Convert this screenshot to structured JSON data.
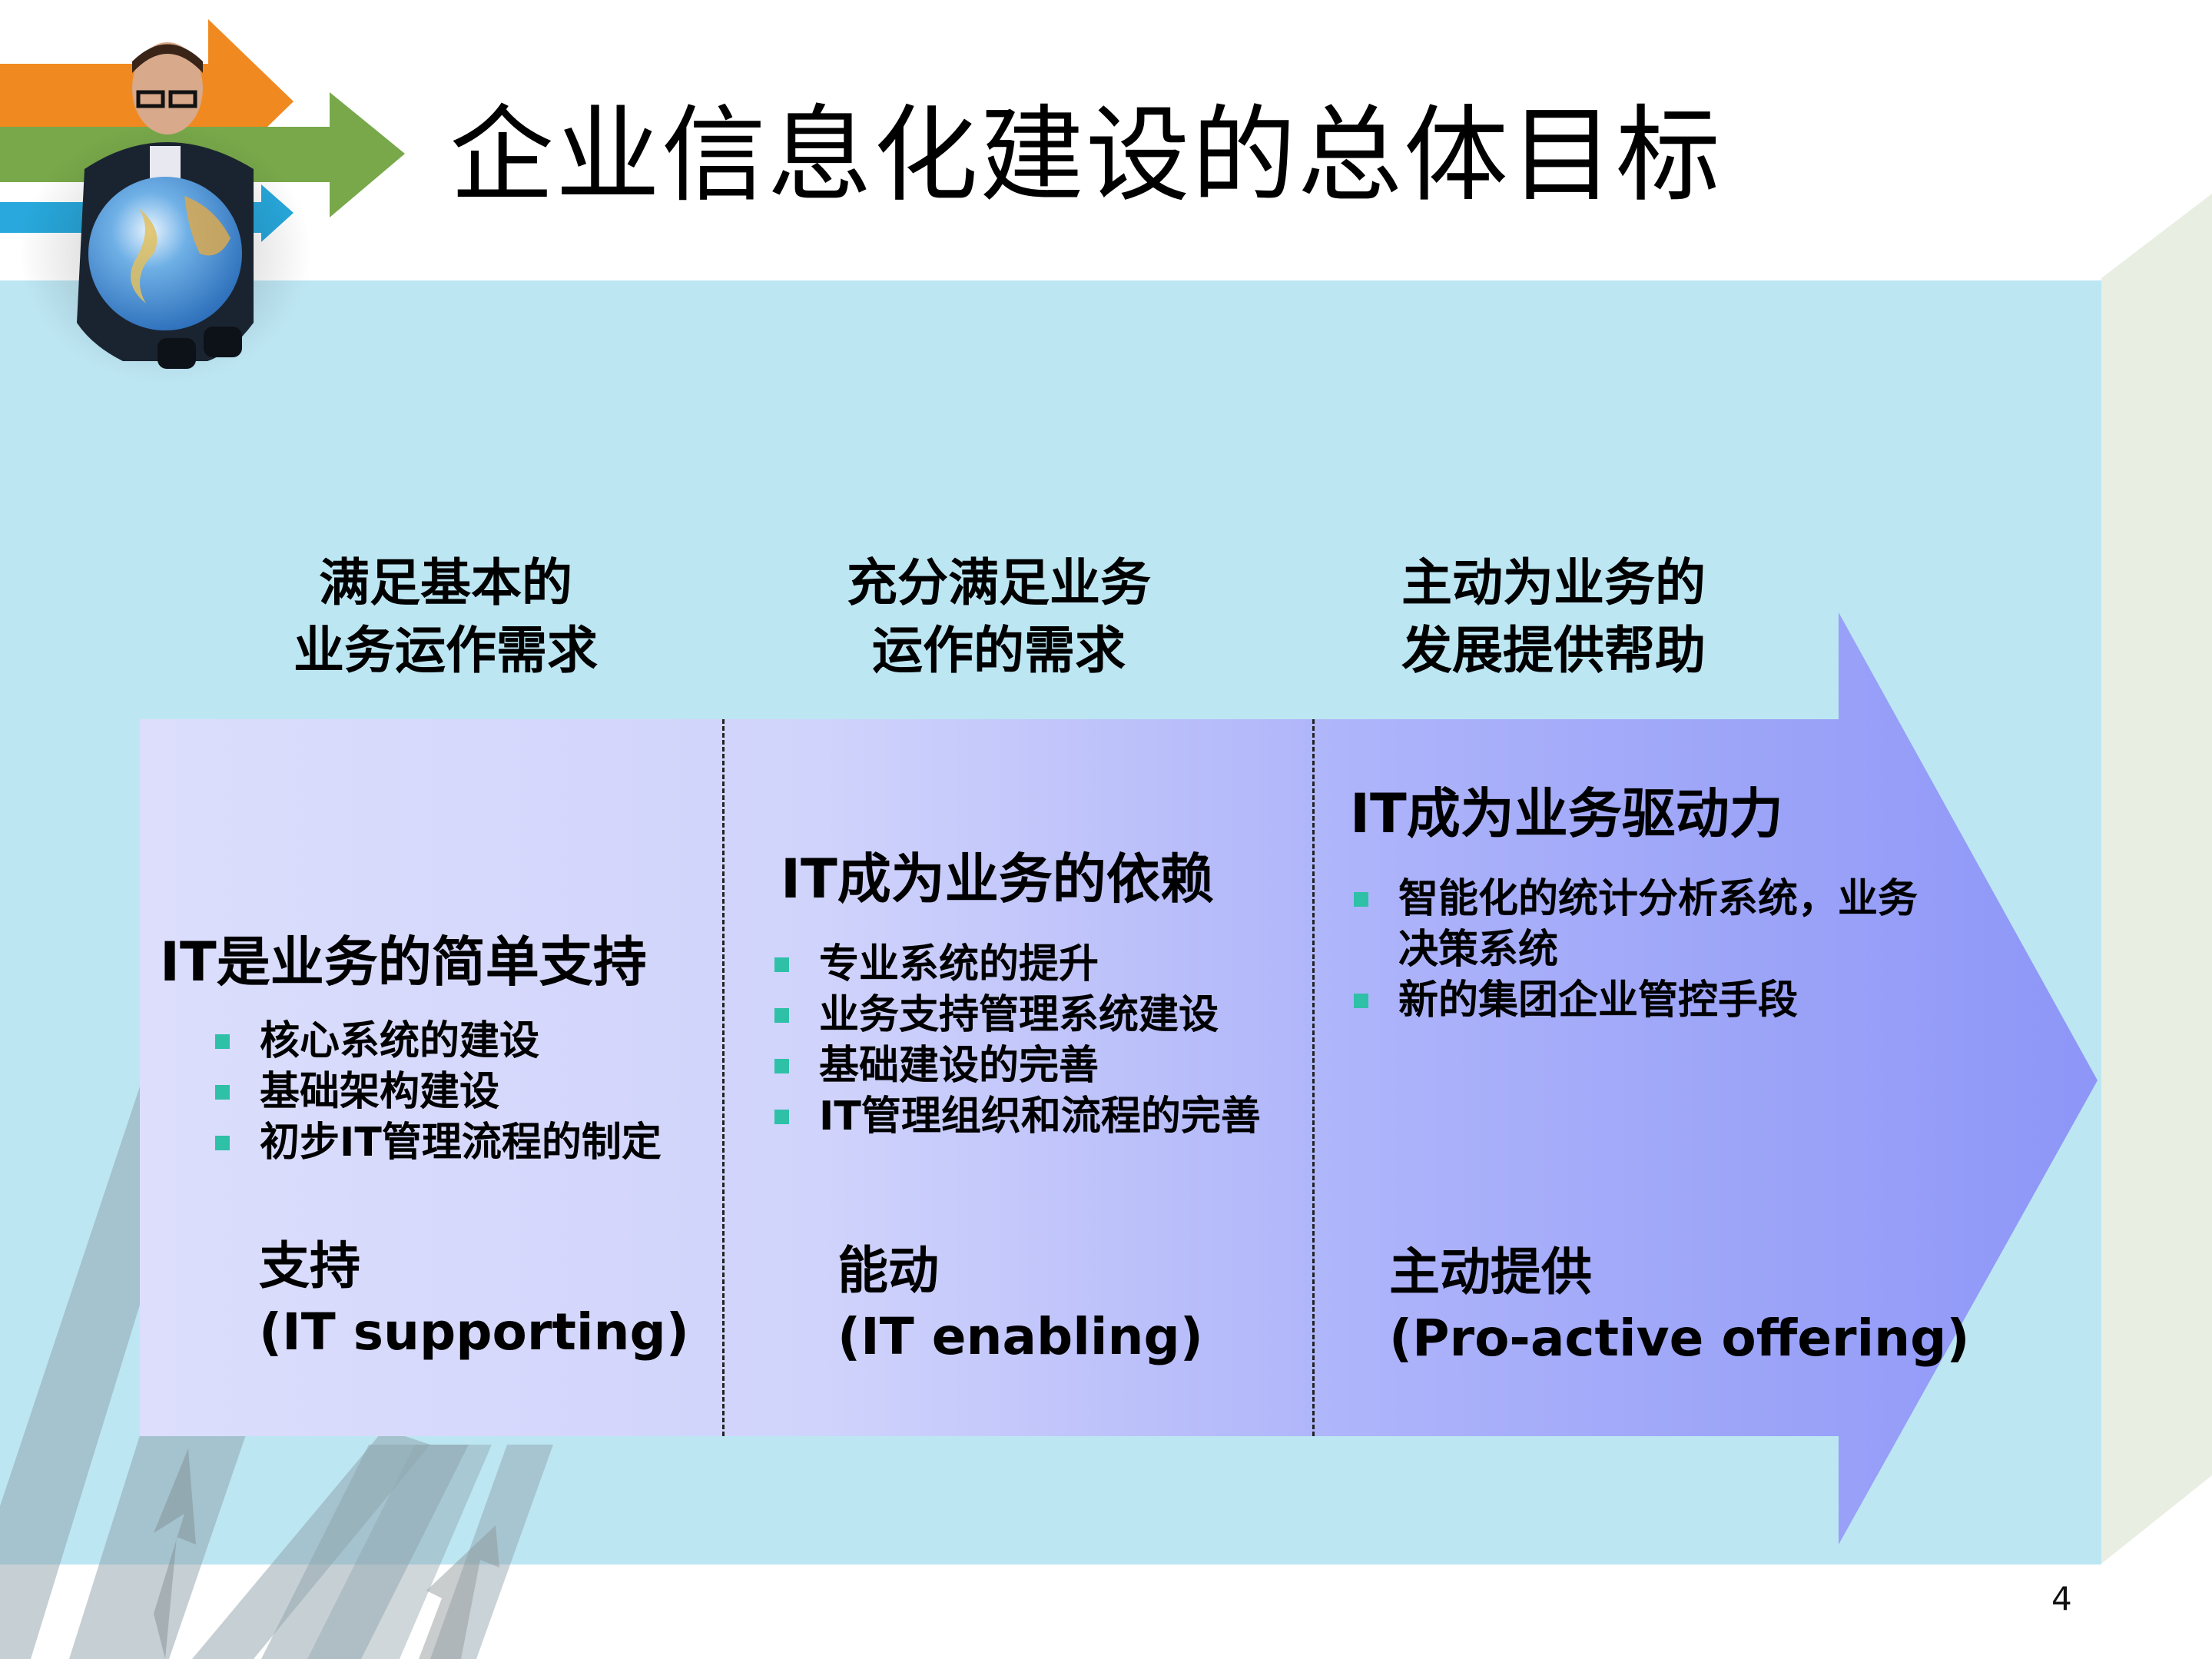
{
  "slide": {
    "title": "企业信息化建设的总体目标",
    "page_number": "4"
  },
  "colors": {
    "panel_bg": "#bde6f3",
    "right_strip": "#e8eee2",
    "arrow_start": "#dcdefc",
    "arrow_end": "#8d96f7",
    "bullet": "#2fc0a8",
    "deco_orange": "#f08a20",
    "deco_green": "#78a84a",
    "deco_blue": "#28a8dc"
  },
  "stages": [
    {
      "header": [
        "满足基本的",
        "业务运作需求"
      ],
      "heading": "IT是业务的简单支持",
      "bullets": [
        "核心系统的建设",
        "基础架构建设",
        "初步IT管理流程的制定"
      ],
      "mode_cn": "支持",
      "mode_en": "(IT supporting)"
    },
    {
      "header": [
        "充分满足业务",
        "运作的需求"
      ],
      "heading": "IT成为业务的依赖",
      "bullets": [
        "专业系统的提升",
        "业务支持管理系统建设",
        "基础建设的完善",
        "IT管理组织和流程的完善"
      ],
      "mode_cn": "能动",
      "mode_en": "(IT enabling)"
    },
    {
      "header": [
        "主动为业务的",
        "发展提供帮助"
      ],
      "heading": "IT成为业务驱动力",
      "bullets": [
        "智能化的统计分析系统，业务决策系统",
        "新的集团企业管控手段"
      ],
      "mode_cn": "主动提供",
      "mode_en": "(Pro-active offering)"
    }
  ]
}
